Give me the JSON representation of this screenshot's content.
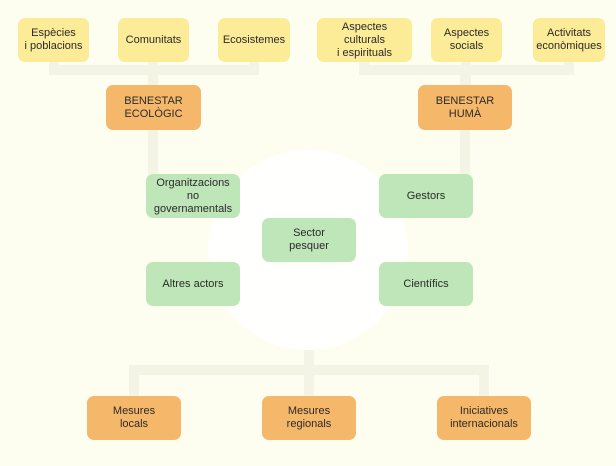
{
  "top_row": {
    "especies": "Espècies\ni poblacions",
    "comunitats": "Comunitats",
    "ecosistemes": "Ecosistemes",
    "culturals": "Aspectes culturals\ni espirituals",
    "socials": "Aspectes\nsocials",
    "economiques": "Activitats\neconòmiques"
  },
  "wellbeing": {
    "ecologic": "BENESTAR\nECOLÒGIC",
    "huma": "BENESTAR\nHUMÀ"
  },
  "actors": {
    "ong": "Organitzacions no\ngovernamentals",
    "gestors": "Gestors",
    "sector": "Sector\npesquer",
    "altres": "Altres actors",
    "cientifics": "Científics"
  },
  "measures": {
    "locals": "Mesures\nlocals",
    "regionals": "Mesures\nregionals",
    "internacionals": "Iniciatives\ninternacionals"
  },
  "colors": {
    "yellow": "#fcec98",
    "orange": "#f5b86a",
    "green": "#bfe6b8",
    "background": "#fdfdf0"
  }
}
